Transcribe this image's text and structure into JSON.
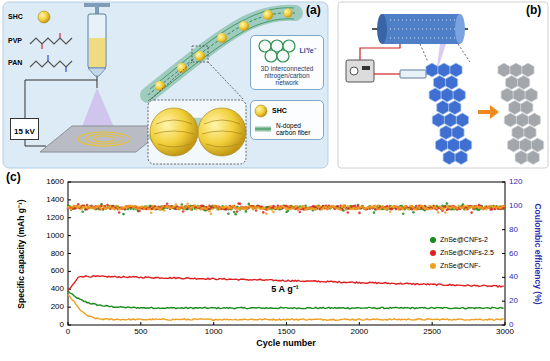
{
  "diagram": {
    "nodes": [
      {
        "text": [
          "Li⁺/e⁻",
          "3D interconnected nitrogen/carbon network"
        ]
      },
      {
        "text": [
          "SHC",
          "N-doped carbon fiber"
        ]
      },
      {
        "text": [
          "15 kV"
        ]
      }
    ],
    "labels": [
      "(a)",
      "SHC",
      "PVP",
      "PAN",
      "(b)",
      "(c)",
      "5 A g⁻¹",
      "Specific capacity (mAh g⁻¹)",
      "Coulombic efficiency (%)",
      "Cycle number",
      "0",
      "200",
      "400",
      "600",
      "800",
      "1000",
      "1200",
      "1400",
      "1600",
      "0",
      "20",
      "40",
      "60",
      "80",
      "100",
      "120",
      "0",
      "500",
      "1000",
      "1500",
      "2000",
      "2500",
      "3000"
    ],
    "legend": [
      {
        "text": "ZnSe@CNFs-2",
        "color": "#1a8a1a"
      },
      {
        "text": "ZnSe@CNFs-2.5",
        "color": "#e02020"
      },
      {
        "text": "ZnSe@CNF-",
        "color": "#f0a020"
      }
    ]
  }
}
